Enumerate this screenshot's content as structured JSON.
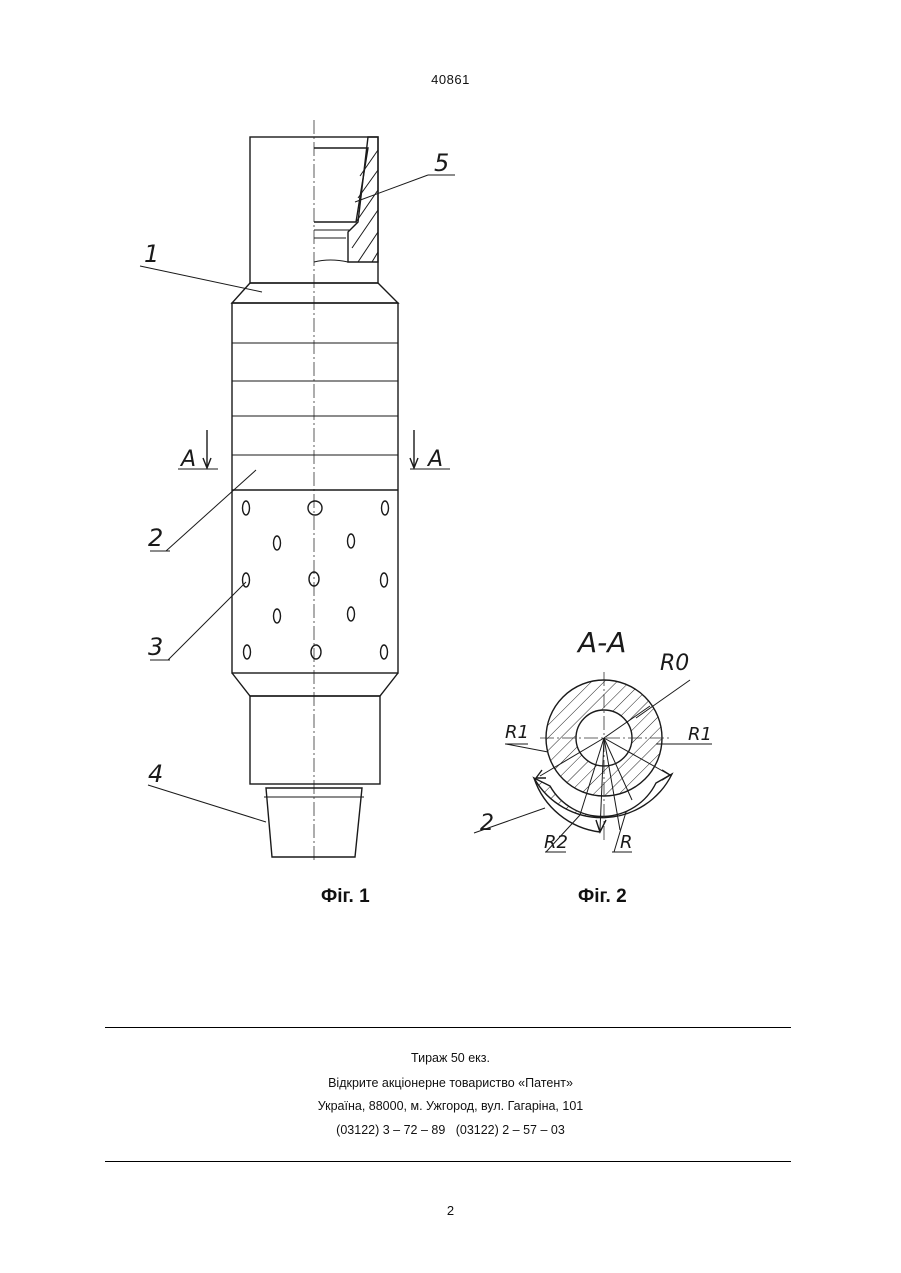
{
  "header": {
    "document_number": "40861"
  },
  "figures": [
    {
      "caption": "Фіг. 1",
      "labels": {
        "part_1": "1",
        "part_2": "2",
        "part_3": "3",
        "part_4": "4",
        "part_5": "5",
        "section_left": "A",
        "section_right": "A"
      }
    },
    {
      "caption": "Фіг. 2",
      "labels": {
        "section_title": "A-A",
        "radius_0": "R0",
        "radius_1_left": "R1",
        "radius_1_right": "R1",
        "radius_2": "R2",
        "radius": "R",
        "part_2": "2"
      }
    }
  ],
  "imprint": {
    "circulation": "Тираж 50 екз.",
    "publisher": "Відкрите акціонерне товариство «Патент»",
    "address": "Україна, 88000, м. Ужгород, вул. Гагаріна, 101",
    "phones": "(03122) 3 – 72 – 89   (03122) 2 – 57 – 03"
  },
  "footer": {
    "page_number": "2"
  }
}
